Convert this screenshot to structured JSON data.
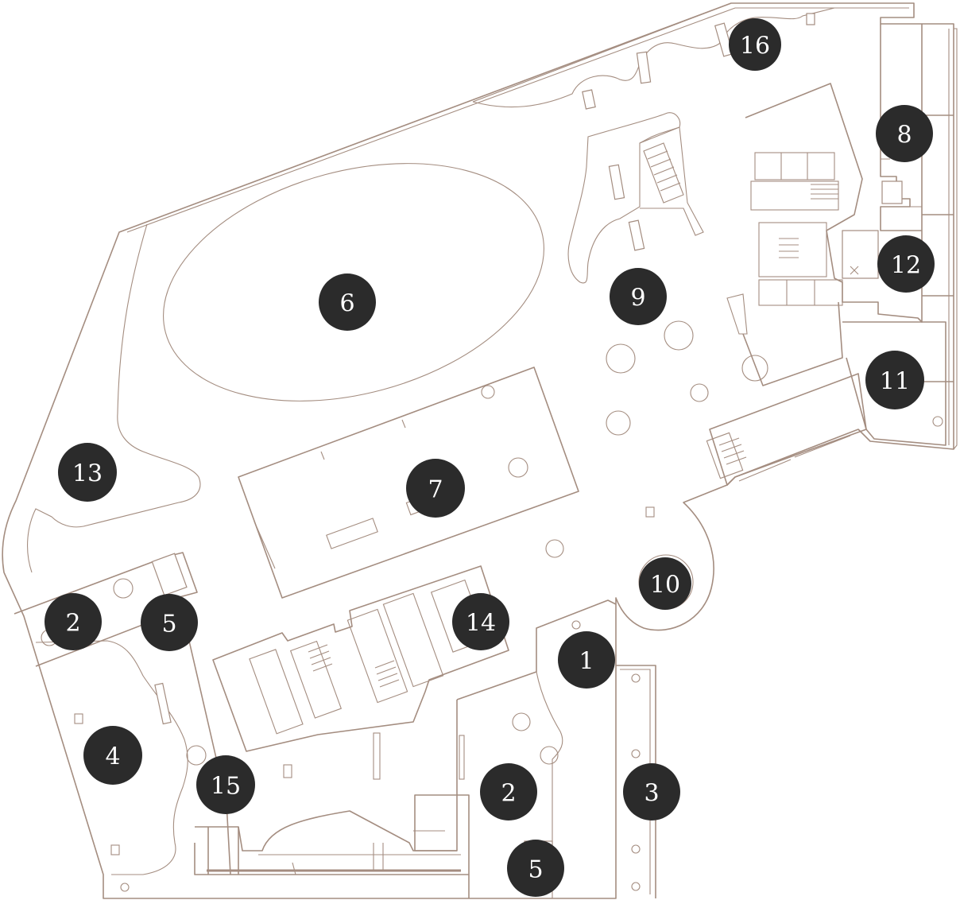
{
  "colors": {
    "wall": "#a48d80",
    "marker": "#2b2b2b",
    "marker_text": "#ffffff",
    "background": "#ffffff"
  },
  "markers": [
    {
      "id": "m1",
      "label": "1"
    },
    {
      "id": "m2a",
      "label": "2"
    },
    {
      "id": "m2b",
      "label": "2"
    },
    {
      "id": "m3",
      "label": "3"
    },
    {
      "id": "m4",
      "label": "4"
    },
    {
      "id": "m5a",
      "label": "5"
    },
    {
      "id": "m5b",
      "label": "5"
    },
    {
      "id": "m6",
      "label": "6"
    },
    {
      "id": "m7",
      "label": "7"
    },
    {
      "id": "m8",
      "label": "8"
    },
    {
      "id": "m9",
      "label": "9"
    },
    {
      "id": "m10",
      "label": "10"
    },
    {
      "id": "m11",
      "label": "11"
    },
    {
      "id": "m12",
      "label": "12"
    },
    {
      "id": "m13",
      "label": "13"
    },
    {
      "id": "m14",
      "label": "14"
    },
    {
      "id": "m15",
      "label": "15"
    },
    {
      "id": "m16",
      "label": "16"
    }
  ]
}
